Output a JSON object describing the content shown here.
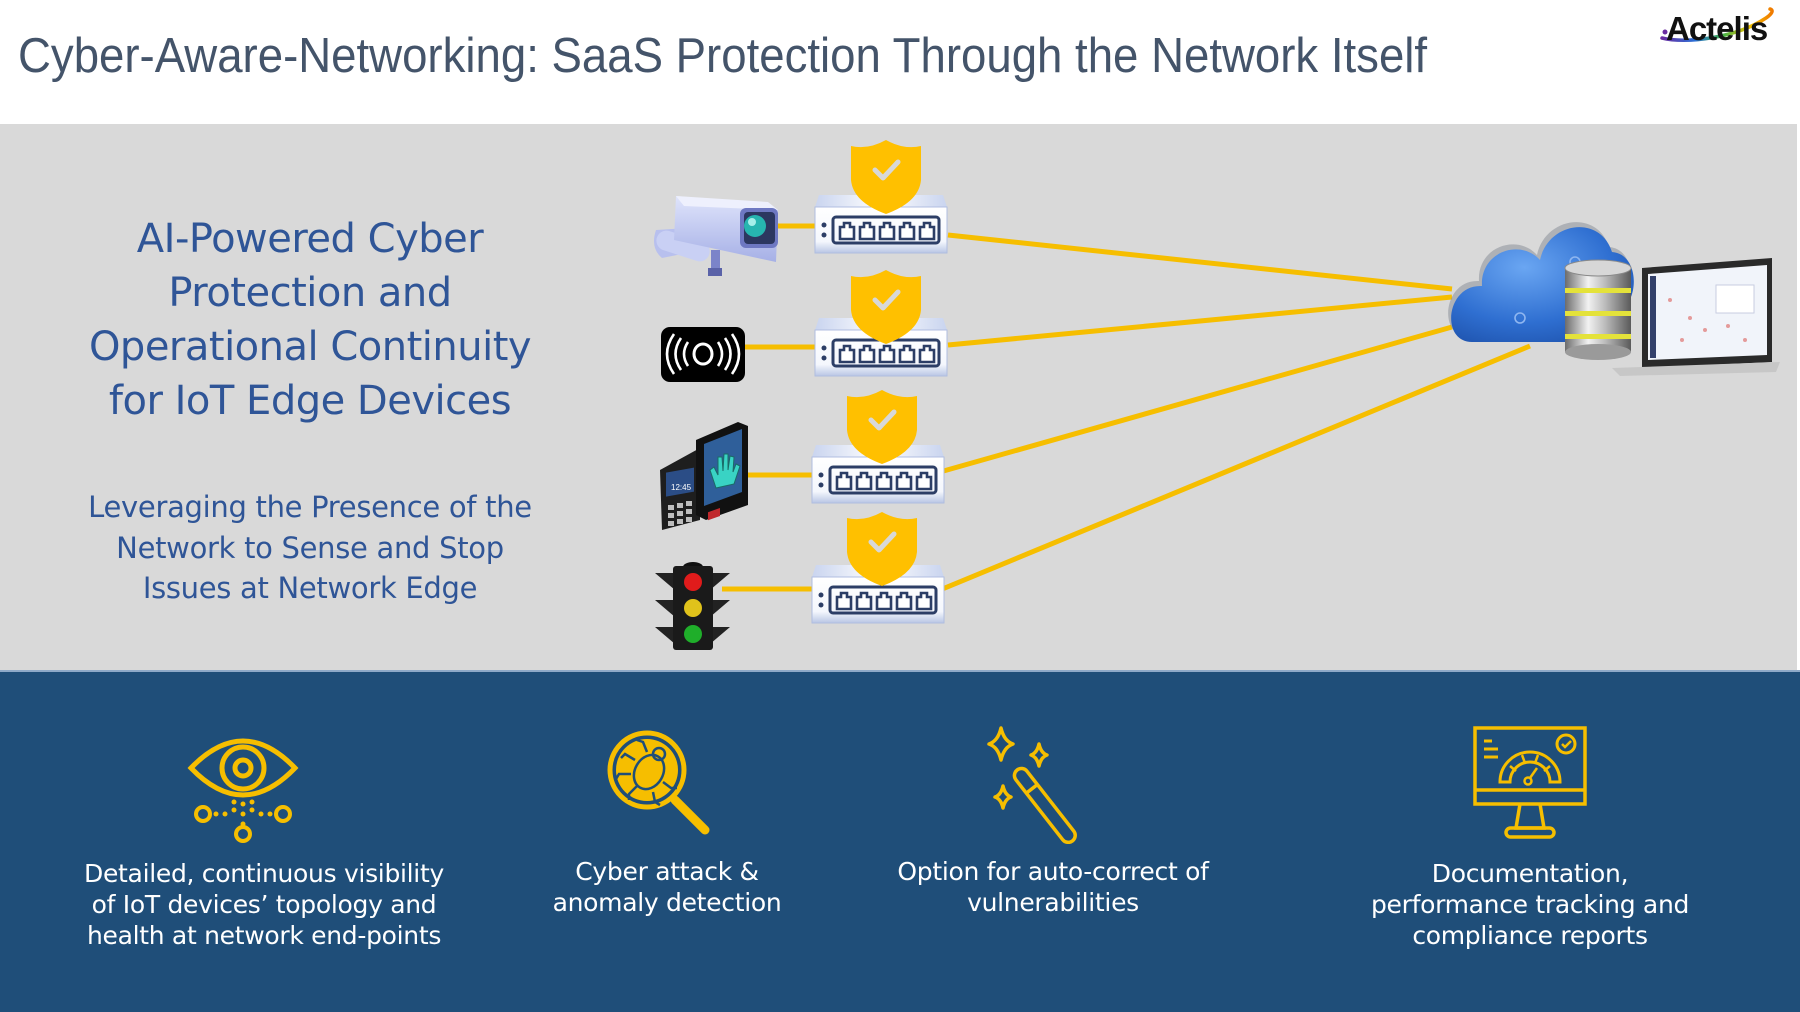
{
  "header": {
    "title": "Cyber-Aware-Networking: SaaS Protection Through the Network Itself",
    "logo_text": "Actelis"
  },
  "left_panel": {
    "headline_lines": [
      "AI-Powered Cyber",
      "Protection and",
      "Operational Continuity",
      "for IoT Edge Devices"
    ],
    "subhead_lines": [
      "Leveraging the Presence of the",
      "Network to Sense and Stop",
      "Issues at Network Edge"
    ]
  },
  "diagram": {
    "edge_devices": [
      {
        "name": "security-camera",
        "icon": "security-camera-icon"
      },
      {
        "name": "wireless-sensor",
        "icon": "wireless-sensor-icon"
      },
      {
        "name": "biometric-access-terminal",
        "icon": "biometric-terminal-icon",
        "screen_text": "12:45"
      },
      {
        "name": "traffic-light",
        "icon": "traffic-light-icon"
      }
    ],
    "switch_count": 4,
    "switch_ports": 5,
    "destination": [
      "cloud-icon",
      "database-icon",
      "laptop-dashboard-icon"
    ],
    "colors": {
      "link": "#f6be00",
      "shield": "#ffc000",
      "cloud": "#2f6fd1",
      "band_gray": "#d9d9d9",
      "band_blue": "#1f4e79",
      "accent_text": "#2f5597"
    }
  },
  "features": [
    {
      "icon": "eye-network-icon",
      "lines": [
        "Detailed, continuous visibility",
        "of IoT devices’ topology and",
        "health at network end-points"
      ]
    },
    {
      "icon": "bug-magnifier-icon",
      "lines": [
        "Cyber attack &",
        "anomaly detection"
      ]
    },
    {
      "icon": "magic-wand-icon",
      "lines": [
        "Option for auto-correct of",
        "vulnerabilities"
      ]
    },
    {
      "icon": "monitor-gauge-icon",
      "lines": [
        "Documentation,",
        "performance tracking and",
        "compliance reports"
      ]
    }
  ]
}
